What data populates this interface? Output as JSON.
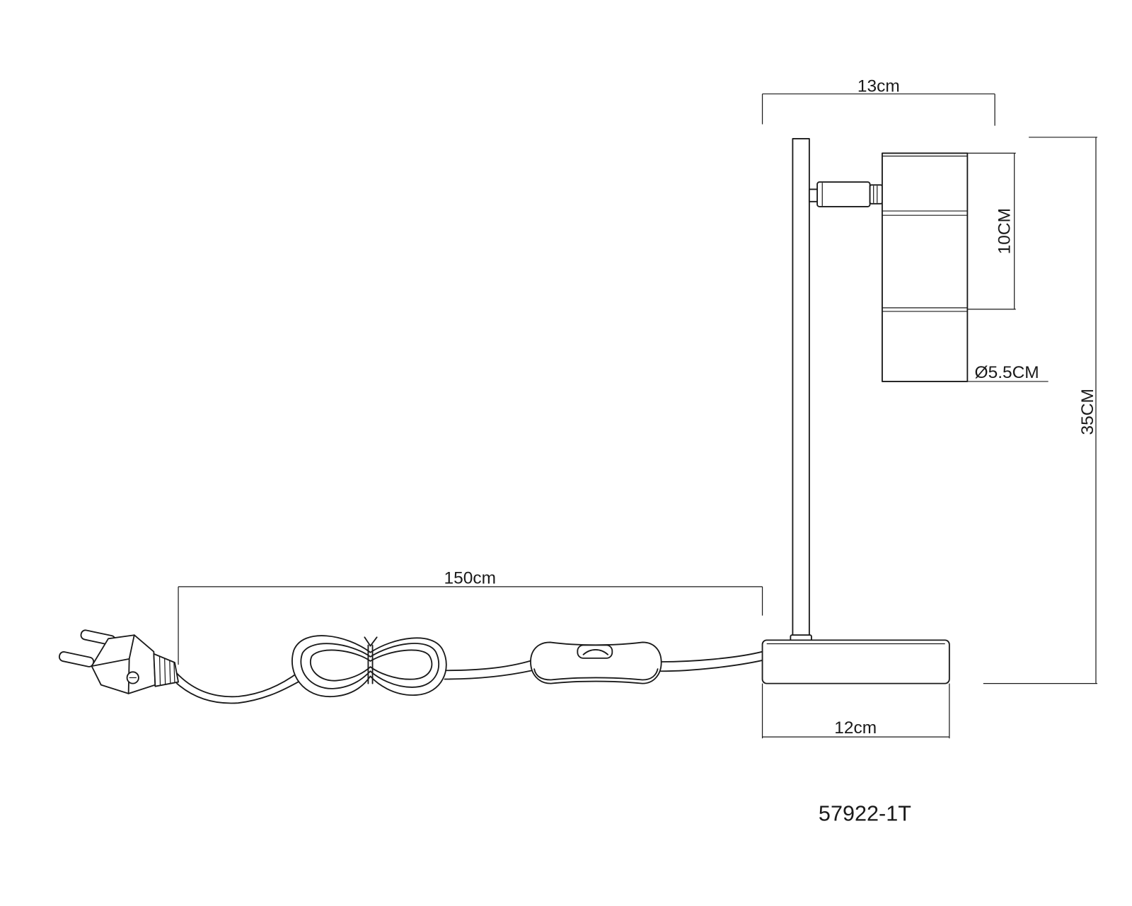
{
  "dimensions": {
    "arm_width": "13cm",
    "head_height": "10CM",
    "head_diameter": "Ø5.5CM",
    "total_height": "35CM",
    "cable_length": "150cm",
    "base_width": "12cm"
  },
  "model_number": "57922-1T",
  "colors": {
    "line": "#1a1a1a",
    "background": "#ffffff"
  }
}
